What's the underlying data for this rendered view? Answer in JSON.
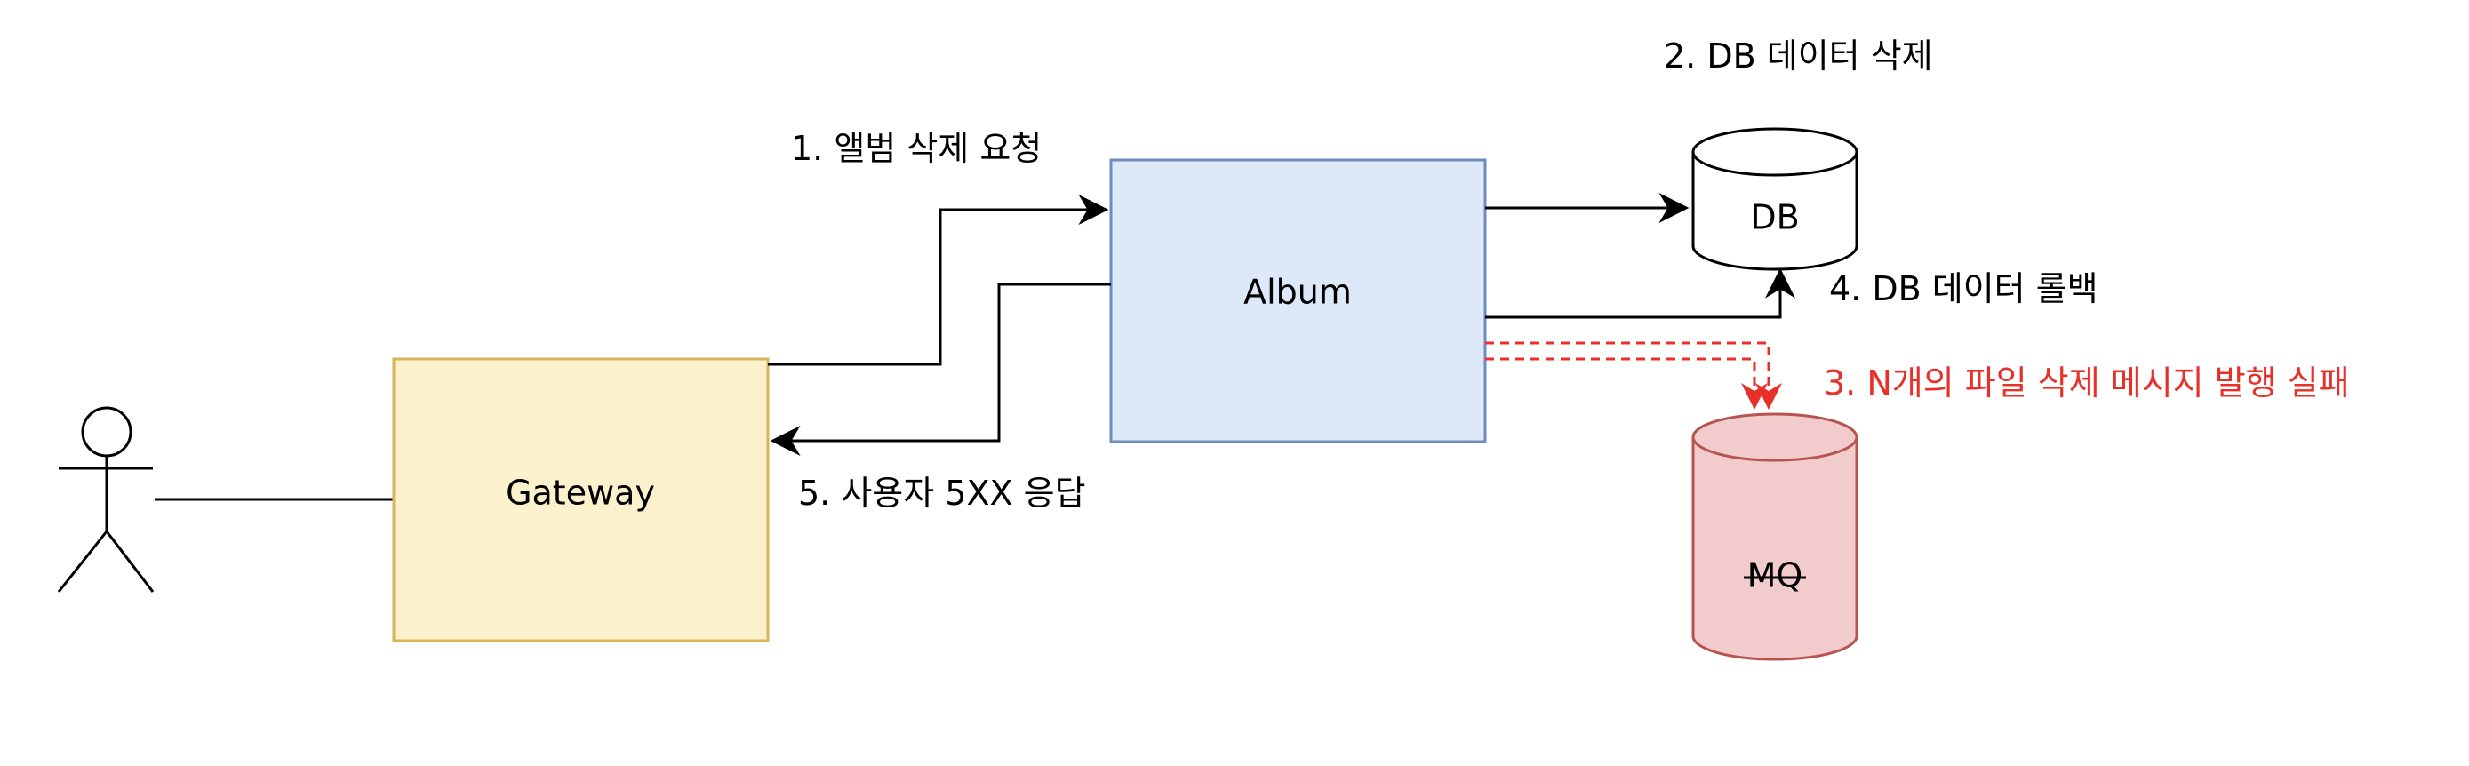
{
  "nodes": {
    "gateway": {
      "label": "Gateway",
      "fill": "#fbf1cc",
      "stroke": "#d6b656"
    },
    "album": {
      "label": "Album",
      "fill": "#dde8f8",
      "stroke": "#6c8ebf"
    },
    "db": {
      "label": "DB",
      "fill": "#ffffff",
      "stroke": "#000000"
    },
    "mq": {
      "label": "MQ",
      "fill": "#f2cccc",
      "stroke": "#b85450",
      "strikethrough": true
    }
  },
  "edges": {
    "step1": "1. 앨범 삭제 요청",
    "step2": "2. DB 데이터 삭제",
    "step3": "3. N개의 파일 삭제 메시지 발행 실패",
    "step4": "4. DB 데이터 롤백",
    "step5": "5. 사용자 5XX 응답"
  },
  "colors": {
    "line": "#000000",
    "error": "#e8302a"
  }
}
